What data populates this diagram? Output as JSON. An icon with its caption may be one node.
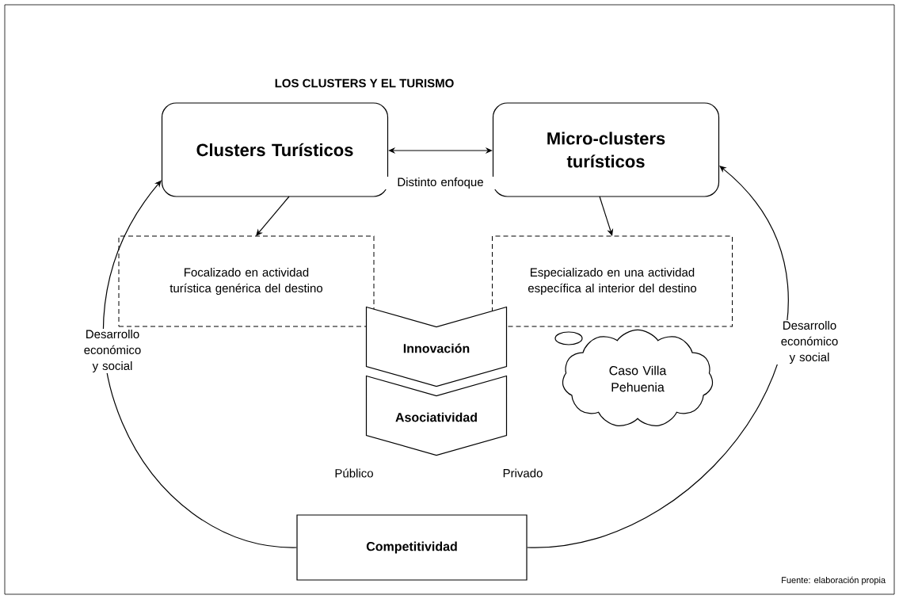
{
  "diagram": {
    "title": "LOS CLUSTERS Y EL TURISMO",
    "caption": "Fuente: elaboración propia",
    "nodes": [
      {
        "text": [
          "Clusters Turísticos"
        ]
      },
      {
        "text": [
          "Micro-clusters turísticos"
        ]
      },
      {
        "text": [
          "Focalizado en actividad turística genérica del destino"
        ]
      },
      {
        "text": [
          "Especializado en una actividad específica al interior del destino"
        ]
      },
      {
        "text": [
          "Innovación"
        ]
      },
      {
        "text": [
          "Asociatividad"
        ]
      },
      {
        "text": [
          "Competitividad"
        ]
      },
      {
        "text": [
          "Caso Villa Pehuenia"
        ]
      }
    ],
    "edges": [
      {
        "from": 0,
        "to": 1,
        "arrow": "both",
        "label": "Distinto enfoque"
      },
      {
        "from": 0,
        "to": 2,
        "arrow": "to"
      },
      {
        "from": 1,
        "to": 3,
        "arrow": "to"
      },
      {
        "from": 6,
        "to": 0,
        "arrow": "to",
        "label": "Desarrollo económico y social"
      },
      {
        "from": 6,
        "to": 1,
        "arrow": "to",
        "label": "Desarrollo económico y social"
      }
    ],
    "labels": [
      "Público",
      "Privado"
    ]
  }
}
